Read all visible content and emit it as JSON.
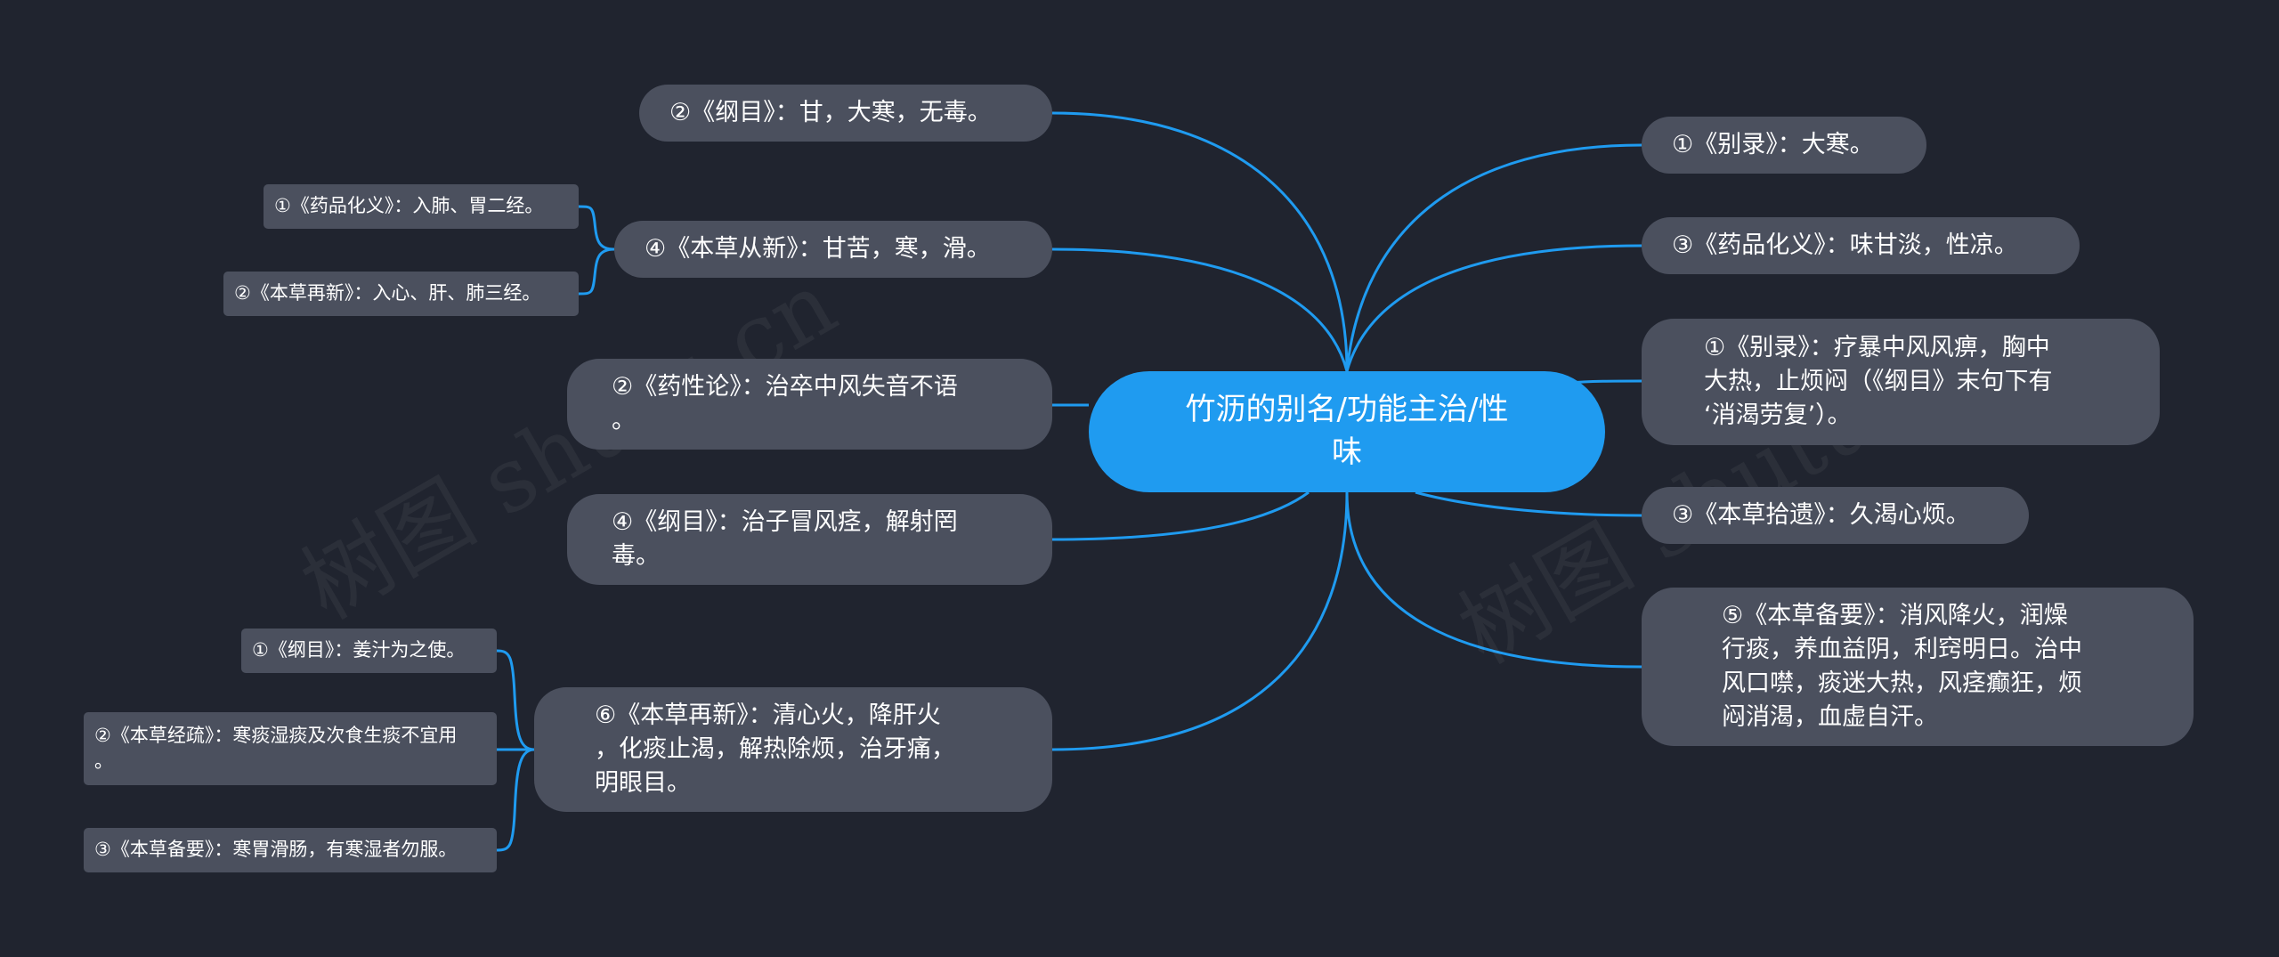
{
  "watermark": "树图 shutu.cn",
  "colors": {
    "background": "#20242f",
    "root": "#1f9bf0",
    "node": "#4b505e",
    "link": "#1f9bf0"
  },
  "root": {
    "label": "竹沥的别名/功能主治/性\n味"
  },
  "left": [
    {
      "label": "②《纲目》：甘，大寒，无毒。"
    },
    {
      "label": "④《本草从新》：甘苦，寒，滑。",
      "children": [
        {
          "label": "①《药品化义》：入肺、胃二经。"
        },
        {
          "label": "②《本草再新》：入心、肝、肺三经。"
        }
      ]
    },
    {
      "label": "②《药性论》：治卒中风失音不语\n。"
    },
    {
      "label": "④《纲目》：治子冒风痉，解射罔\n毒。"
    },
    {
      "label": "⑥《本草再新》：清心火，降肝火\n，化痰止渴，解热除烦，治牙痛，\n明眼目。",
      "children": [
        {
          "label": "①《纲目》：姜汁为之使。"
        },
        {
          "label": "②《本草经疏》：寒痰湿痰及次食生痰不宜用\n。"
        },
        {
          "label": "③《本草备要》：寒胃滑肠，有寒湿者勿服。"
        }
      ]
    }
  ],
  "right": [
    {
      "label": "①《别录》：大寒。"
    },
    {
      "label": "③《药品化义》：味甘淡，性凉。"
    },
    {
      "label": "①《别录》：疗暴中风风痹，胸中\n大热，止烦闷（《纲目》末句下有\n‘消渴劳复’）。"
    },
    {
      "label": "③《本草拾遗》：久渴心烦。"
    },
    {
      "label": "⑤《本草备要》：消风降火，润燥\n行痰，养血益阴，利窍明日。治中\n风口噤，痰迷大热，风痉癫狂，烦\n闷消渴，血虚自汗。"
    }
  ]
}
